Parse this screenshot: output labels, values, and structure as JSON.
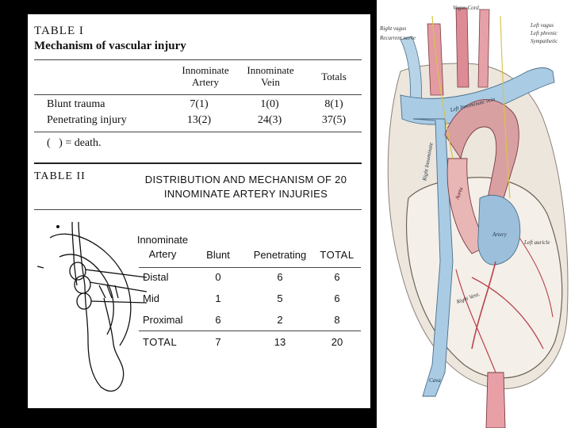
{
  "table1": {
    "caption": "TABLE I",
    "title": "Mechanism of vascular injury",
    "columns": [
      "Innominate Artery",
      "Innominate Vein",
      "Totals"
    ],
    "col_lines": [
      [
        "Innominate",
        "Artery"
      ],
      [
        "Innominate",
        "Vein"
      ],
      [
        "Totals"
      ]
    ],
    "rows": [
      {
        "label": "Blunt trauma",
        "values": [
          "7(1)",
          "1(0)",
          "8(1)"
        ]
      },
      {
        "label": "Penetrating injury",
        "values": [
          "13(2)",
          "24(3)",
          "37(5)"
        ]
      }
    ],
    "footnote": "(   ) = death."
  },
  "table2": {
    "caption": "TABLE II",
    "title_line1": "DISTRIBUTION AND MECHANISM OF 20",
    "title_line2": "INNOMINATE ARTERY INJURIES",
    "header_line1": "Innominate",
    "header_line2": "Artery",
    "columns": [
      "Blunt",
      "Penetrating",
      "TOTAL"
    ],
    "rows": [
      {
        "label": "Distal",
        "values": [
          "0",
          "6",
          "6"
        ]
      },
      {
        "label": "Mid",
        "values": [
          "1",
          "5",
          "6"
        ]
      },
      {
        "label": "Proximal",
        "values": [
          "6",
          "2",
          "8"
        ]
      }
    ],
    "total": {
      "label": "TOTAL",
      "values": [
        "7",
        "13",
        "20"
      ]
    }
  },
  "anatomy": {
    "labels": {
      "vagus_top": "Vagus Cord.",
      "left_vagus": "Left vagus",
      "left_phrenic": "Left phrenic",
      "left_sympathetic": "Sympathetic",
      "right_vagus": "Right vagus",
      "recurrent": "Recurrent nerve",
      "left_innominate_vein": "Left Innominate vein",
      "right_innominate": "Right Innominate",
      "aorta": "Aorta",
      "pulm_artery": "Artery",
      "left_auricle": "Left auricle",
      "right_vent": "Right Vent.",
      "cava": "Cava"
    }
  }
}
